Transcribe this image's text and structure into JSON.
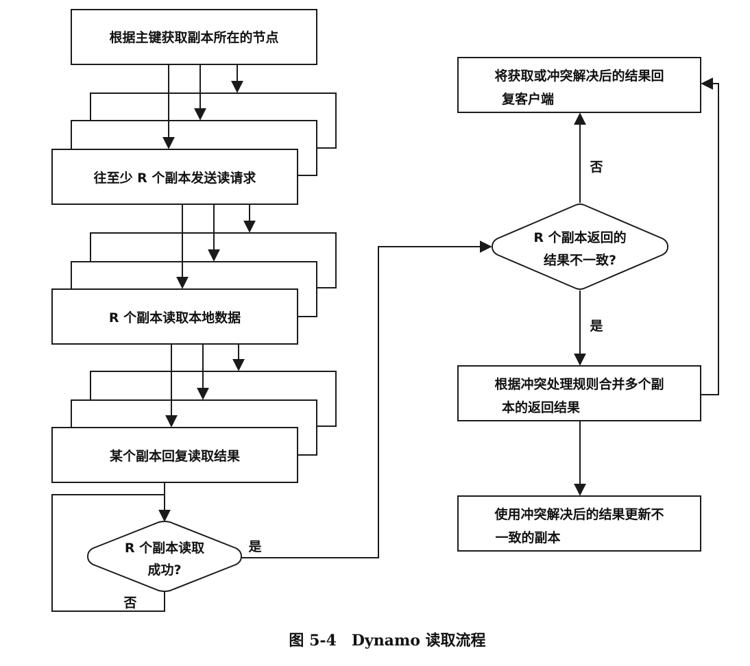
{
  "diagram": {
    "nodes": {
      "locate_nodes": "根据主键获取副本所在的节点",
      "send_requests": "往至少 R 个副本发送读请求",
      "read_local": "R 个副本读取本地数据",
      "reply_result": "某个副本回复读取结果",
      "read_ok_line1": "R 个副本读取",
      "read_ok_line2": "成功?",
      "inconsistent_line1": "R 个副本返回的",
      "inconsistent_line2": "结果不一致?",
      "reply_client_line1": "将获取或冲突解决后的结果回",
      "reply_client_line2": "复客户端",
      "merge_line1": "根据冲突处理规则合并多个副",
      "merge_line2": "本的返回结果",
      "update_line1": "使用冲突解决后的结果更新不",
      "update_line2": "一致的副本"
    },
    "edge_labels": {
      "read_ok_yes": "是",
      "read_ok_no": "否",
      "inconsistent_no": "否",
      "inconsistent_yes": "是"
    },
    "caption": "图 5-4　Dynamo 读取流程"
  }
}
